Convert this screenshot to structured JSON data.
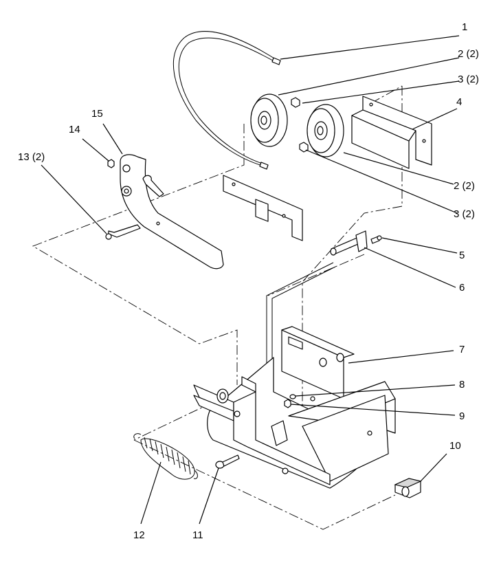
{
  "callouts": [
    {
      "id": "1",
      "text": "1"
    },
    {
      "id": "2a",
      "text": "2 (2)"
    },
    {
      "id": "3a",
      "text": "3 (2)"
    },
    {
      "id": "4",
      "text": "4"
    },
    {
      "id": "2b",
      "text": "2 (2)"
    },
    {
      "id": "3b",
      "text": "3 (2)"
    },
    {
      "id": "5",
      "text": "5"
    },
    {
      "id": "6",
      "text": "6"
    },
    {
      "id": "7",
      "text": "7"
    },
    {
      "id": "8",
      "text": "8"
    },
    {
      "id": "9",
      "text": "9"
    },
    {
      "id": "10",
      "text": "10"
    },
    {
      "id": "11",
      "text": "11"
    },
    {
      "id": "12",
      "text": "12"
    },
    {
      "id": "13",
      "text": "13 (2)"
    },
    {
      "id": "14",
      "text": "14"
    },
    {
      "id": "15",
      "text": "15"
    }
  ]
}
